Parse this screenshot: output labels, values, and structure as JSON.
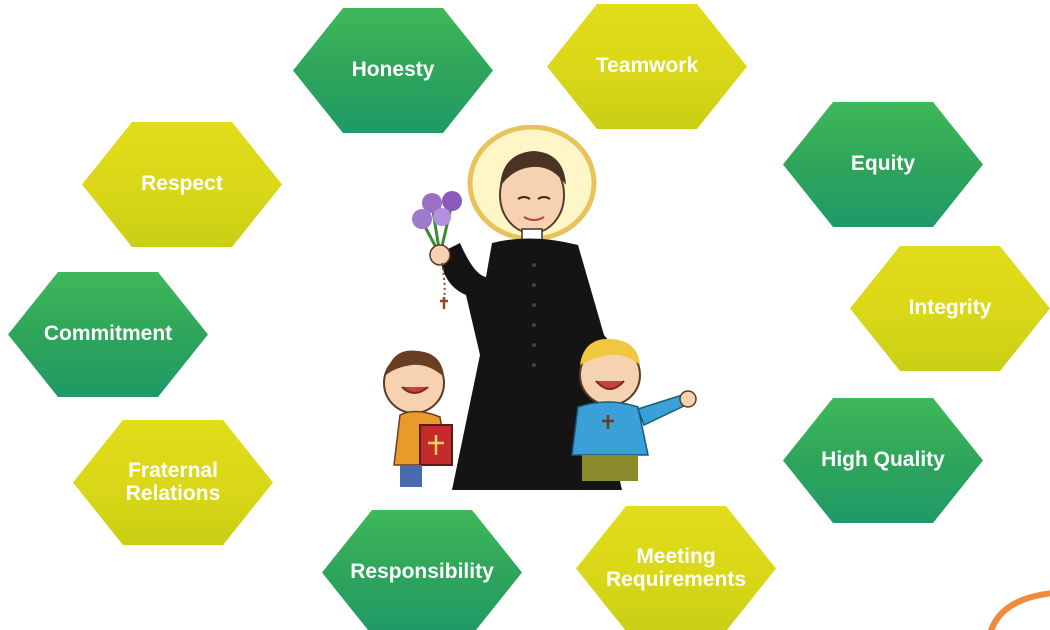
{
  "values": [
    {
      "label": "Honesty",
      "color": "green"
    },
    {
      "label": "Teamwork",
      "color": "yellow"
    },
    {
      "label": "Respect",
      "color": "yellow"
    },
    {
      "label": "Equity",
      "color": "green"
    },
    {
      "label": "Commitment",
      "color": "green"
    },
    {
      "label": "Integrity",
      "color": "yellow"
    },
    {
      "label": "Fraternal\nRelations",
      "color": "yellow"
    },
    {
      "label": "High Quality",
      "color": "green"
    },
    {
      "label": "Responsibility",
      "color": "green"
    },
    {
      "label": "Meeting\nRequirements",
      "color": "yellow"
    }
  ],
  "colors": {
    "green": "#2ea55a",
    "yellow": "#d9d718",
    "accent_arc": "#f08a3c"
  }
}
